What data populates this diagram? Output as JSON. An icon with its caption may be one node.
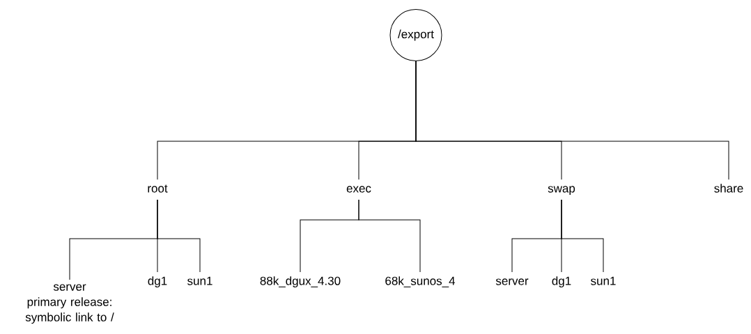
{
  "diagram": {
    "nodes": [
      {
        "text": [
          "/export"
        ]
      },
      {
        "text": [
          "root"
        ]
      },
      {
        "text": [
          "exec"
        ]
      },
      {
        "text": [
          "swap"
        ]
      },
      {
        "text": [
          "share"
        ]
      },
      {
        "text": [
          "server",
          "primary release: symbolic link to /"
        ]
      },
      {
        "text": [
          "dg1"
        ]
      },
      {
        "text": [
          "sun1"
        ]
      },
      {
        "text": [
          "88k_dgux_4.30"
        ]
      },
      {
        "text": [
          "68k_sunos_4"
        ]
      },
      {
        "text": [
          "server"
        ]
      },
      {
        "text": [
          "dg1"
        ]
      },
      {
        "text": [
          "sun1"
        ]
      }
    ],
    "edges": [
      {
        "from": 0,
        "to": 1,
        "arrow": "none"
      },
      {
        "from": 0,
        "to": 2,
        "arrow": "none"
      },
      {
        "from": 0,
        "to": 3,
        "arrow": "none"
      },
      {
        "from": 0,
        "to": 4,
        "arrow": "none"
      },
      {
        "from": 1,
        "to": 5,
        "arrow": "none"
      },
      {
        "from": 1,
        "to": 6,
        "arrow": "none"
      },
      {
        "from": 1,
        "to": 7,
        "arrow": "none"
      },
      {
        "from": 2,
        "to": 8,
        "arrow": "none"
      },
      {
        "from": 2,
        "to": 9,
        "arrow": "none"
      },
      {
        "from": 3,
        "to": 10,
        "arrow": "none"
      },
      {
        "from": 3,
        "to": 11,
        "arrow": "none"
      },
      {
        "from": 3,
        "to": 12,
        "arrow": "none"
      }
    ]
  }
}
